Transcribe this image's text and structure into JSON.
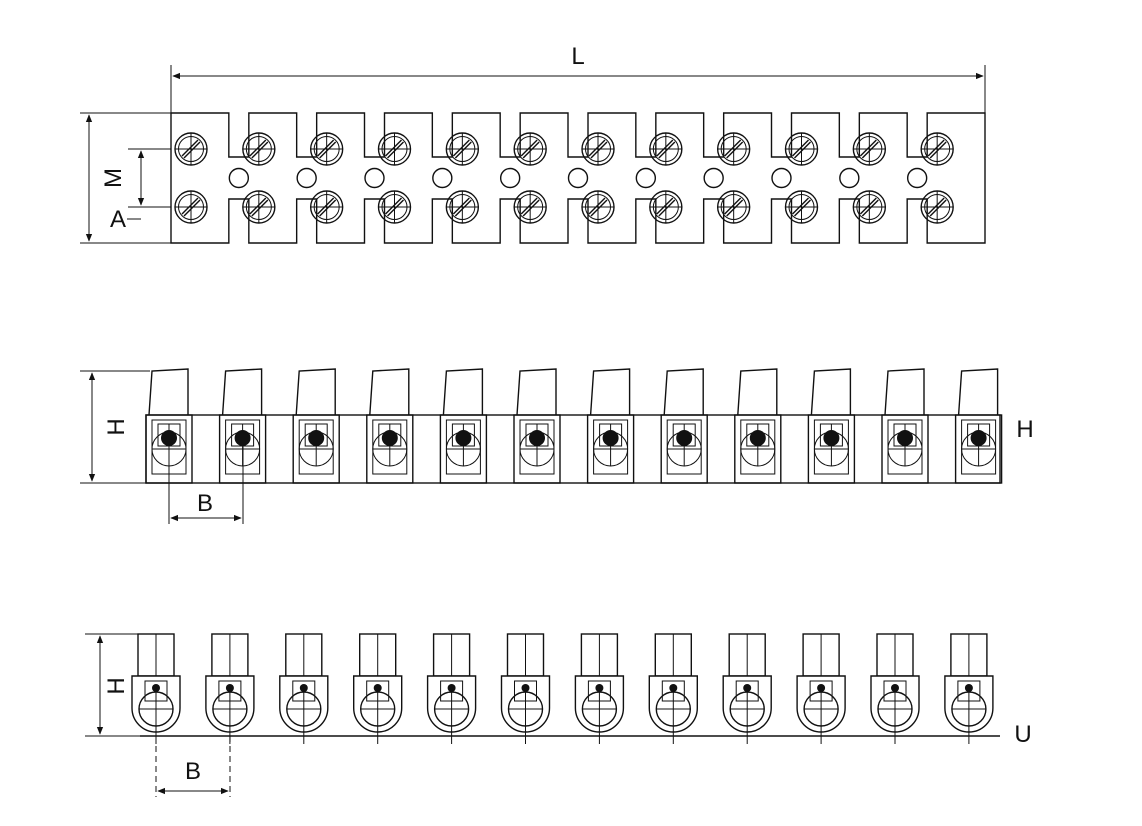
{
  "labels": {
    "length": "L",
    "pitch_m": "M",
    "offset_a": "A",
    "height_h_left_mid": "H",
    "height_h_right_mid": "H",
    "spacing_b_mid": "B",
    "height_h_left_bottom": "H",
    "spacing_b_bottom": "B",
    "variant_u": "U"
  },
  "terminal_count": 12,
  "colors": {
    "line": "#111111",
    "background": "#ffffff"
  },
  "views": [
    "top-view",
    "front-view-h",
    "front-view-u"
  ]
}
